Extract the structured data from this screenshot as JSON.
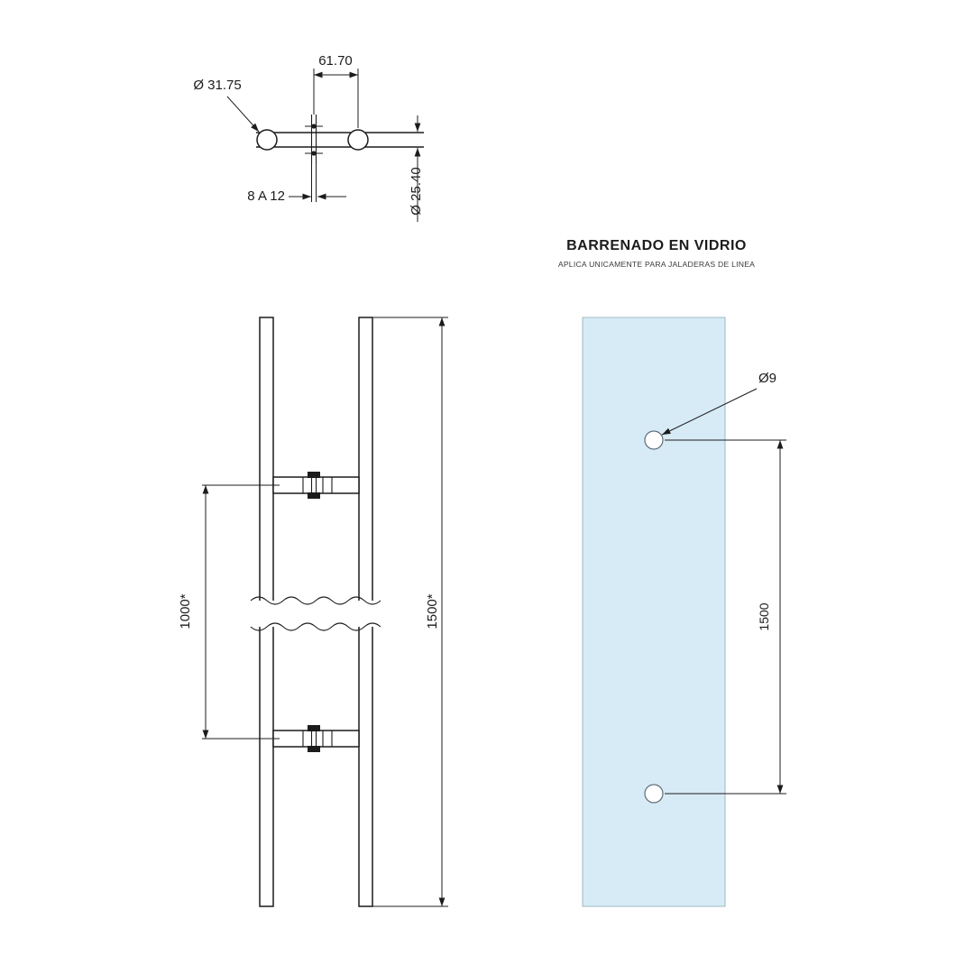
{
  "colors": {
    "line": "#1c1c1c",
    "glass_fill": "#d7ebf7",
    "glass_stroke": "#9db9c6",
    "hole_stroke": "#5f6d75"
  },
  "top_view": {
    "post_spacing": "61.70",
    "post_diameter": "Ø 31.75",
    "glass_thickness": "8 A 12",
    "tube_diameter": "Ø 25.40"
  },
  "front_view": {
    "center_distance": "1000*",
    "total_length": "1500*"
  },
  "glass_view": {
    "title": "BARRENADO EN VIDRIO",
    "subtitle": "APLICA UNICAMENTE PARA JALADERAS DE LINEA",
    "hole_diameter": "Ø9",
    "hole_spacing": "1500"
  }
}
